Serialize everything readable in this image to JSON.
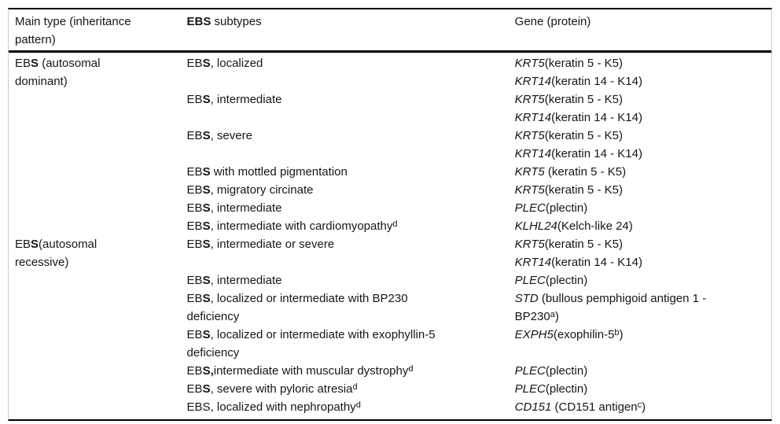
{
  "table": {
    "headers": {
      "col1": "Main type (inheritance\npattern)",
      "col2_bold": "EBS",
      "col2_rest": " subtypes",
      "col3": "Gene (protein)"
    },
    "rows": [
      {
        "main": {
          "pre": "EB",
          "bold": "S",
          "rest": " (autosomal\ndominant)"
        },
        "subtype": {
          "pre": "EB",
          "bold": "S",
          "rest": ", localized",
          "sup": ""
        },
        "genes": [
          {
            "name": "KRT5",
            "desc": "(keratin 5 - K5)",
            "sup": "",
            "tail": ""
          },
          {
            "name": "KRT14",
            "desc": "(keratin 14 - K14)",
            "sup": "",
            "tail": ""
          }
        ]
      },
      {
        "main": null,
        "subtype": {
          "pre": "EB",
          "bold": "S",
          "rest": ", intermediate",
          "sup": ""
        },
        "genes": [
          {
            "name": "KRT5",
            "desc": "(keratin 5 - K5)",
            "sup": "",
            "tail": ""
          },
          {
            "name": "KRT14",
            "desc": "(keratin 14 - K14)",
            "sup": "",
            "tail": ""
          }
        ]
      },
      {
        "main": null,
        "subtype": {
          "pre": "EB",
          "bold": "S",
          "rest": ", severe",
          "sup": ""
        },
        "genes": [
          {
            "name": "KRT5",
            "desc": "(keratin 5 - K5)",
            "sup": "",
            "tail": ""
          },
          {
            "name": "KRT14",
            "desc": "(keratin 14 - K14)",
            "sup": "",
            "tail": ""
          }
        ]
      },
      {
        "main": null,
        "subtype": {
          "pre": "EB",
          "bold": "S",
          "rest": " with mottled pigmentation",
          "sup": ""
        },
        "genes": [
          {
            "name": "KRT5",
            "desc": " (keratin 5 - K5)",
            "sup": "",
            "tail": ""
          }
        ]
      },
      {
        "main": null,
        "subtype": {
          "pre": "EB",
          "bold": "S",
          "rest": ", migratory circinate",
          "sup": ""
        },
        "genes": [
          {
            "name": "KRT5",
            "desc": "(keratin 5 - K5)",
            "sup": "",
            "tail": ""
          }
        ]
      },
      {
        "main": null,
        "subtype": {
          "pre": "EB",
          "bold": "S",
          "rest": ", intermediate",
          "sup": ""
        },
        "genes": [
          {
            "name": "PLEC",
            "desc": "(plectin)",
            "sup": "",
            "tail": ""
          }
        ]
      },
      {
        "main": null,
        "subtype": {
          "pre": "EB",
          "bold": "S",
          "rest": ", intermediate with cardiomyopathy",
          "sup": "d"
        },
        "genes": [
          {
            "name": "KLHL24",
            "desc": "(Kelch-like 24)",
            "sup": "",
            "tail": ""
          }
        ]
      },
      {
        "main": {
          "pre": "EB",
          "bold": "S",
          "rest": "(autosomal\nrecessive)"
        },
        "subtype": {
          "pre": "EB",
          "bold": "S",
          "rest": ", intermediate or severe",
          "sup": ""
        },
        "genes": [
          {
            "name": "KRT5",
            "desc": "(keratin 5 - K5)",
            "sup": "",
            "tail": ""
          },
          {
            "name": "KRT14",
            "desc": "(keratin 14 - K14)",
            "sup": "",
            "tail": ""
          }
        ]
      },
      {
        "main": null,
        "subtype": {
          "pre": "EB",
          "bold": "S",
          "rest": ", intermediate",
          "sup": ""
        },
        "genes": [
          {
            "name": "PLEC",
            "desc": "(plectin)",
            "sup": "",
            "tail": ""
          }
        ]
      },
      {
        "main": null,
        "subtype": {
          "pre": "EB",
          "bold": "S",
          "rest": ", localized or intermediate with BP230\ndeficiency",
          "sup": ""
        },
        "genes": [
          {
            "name": "STD",
            "desc": " (bullous pemphigoid antigen 1 -\nBP230",
            "sup": "a",
            "tail": ")"
          }
        ]
      },
      {
        "main": null,
        "subtype": {
          "pre": "EB",
          "bold": "S",
          "rest": ", localized or intermediate with exophyllin-5\ndeficiency",
          "sup": ""
        },
        "genes": [
          {
            "name": "EXPH5",
            "desc": "(exophilin-5",
            "sup": "b",
            "tail": ")"
          }
        ]
      },
      {
        "main": null,
        "subtype": {
          "pre": "EB",
          "bold": "S,",
          "rest": "intermediate with muscular dystrophy",
          "sup": "d"
        },
        "genes": [
          {
            "name": "PLEC",
            "desc": "(plectin)",
            "sup": "",
            "tail": ""
          }
        ]
      },
      {
        "main": null,
        "subtype": {
          "pre": "EB",
          "bold": "S",
          "rest": ", severe with pyloric atresia",
          "sup": "d"
        },
        "genes": [
          {
            "name": "PLEC",
            "desc": "(plectin)",
            "sup": "",
            "tail": ""
          }
        ]
      },
      {
        "main": null,
        "subtype": {
          "pre": "EBS",
          "bold": "",
          "rest": ", localized with nephropathy",
          "sup": "d"
        },
        "genes": [
          {
            "name": "CD151",
            "desc": " (CD151 antigen",
            "sup": "c",
            "tail": ")"
          }
        ]
      }
    ]
  }
}
